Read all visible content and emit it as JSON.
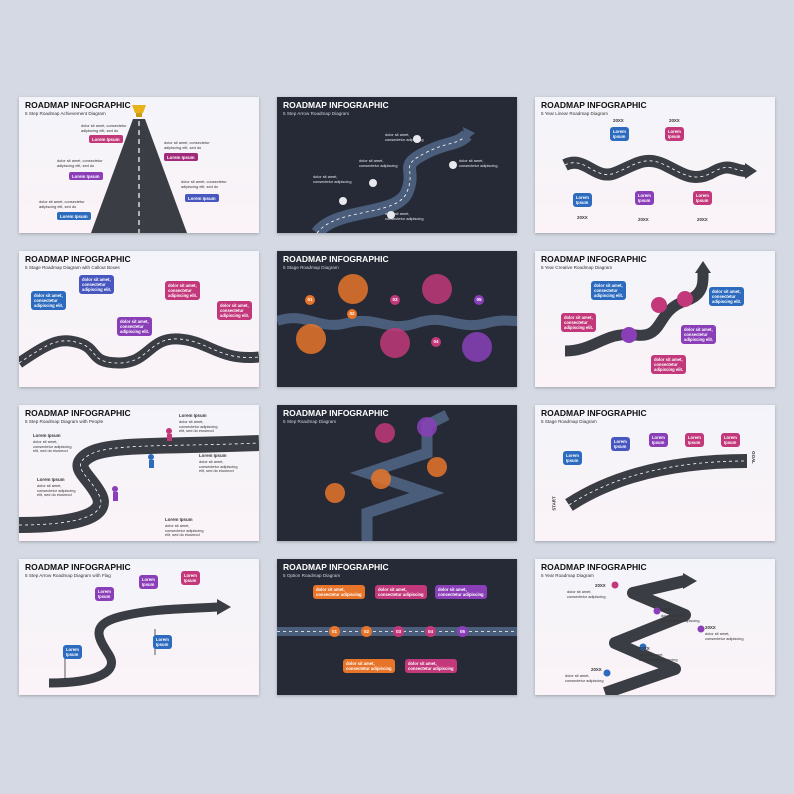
{
  "common": {
    "title": "ROADMAP INFOGRAPHIC",
    "lorem_ipsum": "Lorem Ipsum",
    "lorem_stack": "Lorem\nIpsum",
    "desc_a": "dolor sit amet, consectetur\nadipiscing elit, sed do",
    "desc_b": "dolor sit amet,\nconsectetur adipiscing",
    "desc_c": "dolor sit amet,\nconsectetur adipiscing\nelit, sed do eiusmod",
    "desc_d": "dolor sit amet,\nconsectetur\nadipiscing elit.",
    "year": "20XX",
    "start": "START",
    "goal": "GOAL"
  },
  "colors": {
    "pink": "#c2387a",
    "purple": "#8a3fb8",
    "blue": "#2d6bbf",
    "orange": "#e8742a",
    "magenta": "#a12a7a",
    "road": "#3b3d44"
  },
  "slides": [
    {
      "subtitle": "5 Step Roadmap Achievement Diagram"
    },
    {
      "subtitle": "5 Step Arrow Roadmap Diagram"
    },
    {
      "subtitle": "5 Year Linear Roadmap Diagram"
    },
    {
      "subtitle": "5 Stage Roadmap Diagram with Callout Boxes"
    },
    {
      "subtitle": "5 Stage Roadmap Diagram"
    },
    {
      "subtitle": "5 Year Creative Roadmap Diagram"
    },
    {
      "subtitle": "5 Step Roadmap Diagram with People"
    },
    {
      "subtitle": "5 Step Roadmap Diagram"
    },
    {
      "subtitle": "5 Stage Roadmap Diagram"
    },
    {
      "subtitle": "5 Step Arrow Roadmap Diagram with Flag"
    },
    {
      "subtitle": "5 Option Roadmap Diagram"
    },
    {
      "subtitle": "5 Year Roadmap Diagram"
    }
  ],
  "numbers": [
    "01",
    "02",
    "03",
    "04",
    "05"
  ]
}
